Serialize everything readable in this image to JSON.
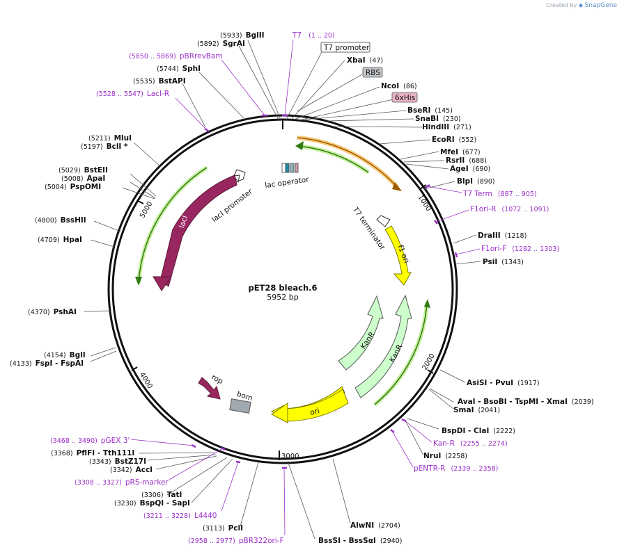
{
  "brand": {
    "created_by": "Created by",
    "name": "SnapGene"
  },
  "plasmid": {
    "name": "pET28 bleach.6",
    "length": "5952 bp",
    "length_bp": 5952
  },
  "ticks": [
    "1000",
    "2000",
    "3000",
    "4000",
    "5000"
  ],
  "colors": {
    "primer": "#9b30c9",
    "backbone": "#111111",
    "promoter_green": "#3a9a1a",
    "t7_orange": "#e08a1e",
    "cds_magenta": "#99275f",
    "ori_yellow": "#ffff00",
    "kanr_green": "#ccffcc",
    "rop": "#99275f",
    "bom": "#a0a8b0"
  },
  "enzymes": [
    {
      "name": "BglII",
      "pos": "(5933)"
    },
    {
      "name": "SgrAI",
      "pos": "(5892)"
    },
    {
      "name": "SphI",
      "pos": "(5744)"
    },
    {
      "name": "BstAPI",
      "pos": "(5535)"
    },
    {
      "name": "MluI",
      "pos": "(5211)"
    },
    {
      "name": "BclI *",
      "pos": "(5197)"
    },
    {
      "name": "BstEII",
      "pos": "(5029)"
    },
    {
      "name": "ApaI",
      "pos": "(5008)"
    },
    {
      "name": "PspOMI",
      "pos": "(5004)"
    },
    {
      "name": "BssHII",
      "pos": "(4800)"
    },
    {
      "name": "HpaI",
      "pos": "(4709)"
    },
    {
      "name": "PshAI",
      "pos": "(4370)"
    },
    {
      "name": "BglI",
      "pos": "(4154)"
    },
    {
      "name": "FspI - FspAI",
      "pos": "(4133)"
    },
    {
      "name": "PflFI - Tth111I",
      "pos": "(3368)"
    },
    {
      "name": "BstZ17I",
      "pos": "(3343)"
    },
    {
      "name": "AccI",
      "pos": "(3342)"
    },
    {
      "name": "TatI",
      "pos": "(3306)"
    },
    {
      "name": "BspQI - SapI",
      "pos": "(3230)"
    },
    {
      "name": "PciI",
      "pos": "(3113)"
    },
    {
      "name": "BssSI - BssSαI",
      "pos": "(2940)"
    },
    {
      "name": "AlwNI",
      "pos": "(2704)"
    },
    {
      "name": "NruI",
      "pos": "(2258)"
    },
    {
      "name": "BspDI - ClaI",
      "pos": "(2222)"
    },
    {
      "name": "SmaI",
      "pos": "(2041)"
    },
    {
      "name": "AvaI - BsoBI - TspMI - XmaI",
      "pos": "(2039)"
    },
    {
      "name": "AsiSI - PvuI",
      "pos": "(1917)"
    },
    {
      "name": "PsiI",
      "pos": "(1343)"
    },
    {
      "name": "DraIII",
      "pos": "(1218)"
    },
    {
      "name": "BlpI",
      "pos": "(890)"
    },
    {
      "name": "AgeI",
      "pos": "(690)"
    },
    {
      "name": "RsrII",
      "pos": "(688)"
    },
    {
      "name": "MfeI",
      "pos": "(677)"
    },
    {
      "name": "EcoRI",
      "pos": "(552)"
    },
    {
      "name": "HindIII",
      "pos": "(271)"
    },
    {
      "name": "SnaBI",
      "pos": "(230)"
    },
    {
      "name": "BseRI",
      "pos": "(145)"
    },
    {
      "name": "NcoI",
      "pos": "(86)"
    },
    {
      "name": "XbaI",
      "pos": "(47)"
    }
  ],
  "primers": [
    {
      "name": "T7",
      "range": "(1 .. 20)"
    },
    {
      "name": "pBRrevBam",
      "range": "(5850 .. 5869)"
    },
    {
      "name": "LacI-R",
      "range": "(5528 .. 5547)"
    },
    {
      "name": "T7 Term",
      "range": "(887 .. 905)"
    },
    {
      "name": "F1ori-R",
      "range": "(1072 .. 1091)"
    },
    {
      "name": "F1ori-F",
      "range": "(1282 .. 1303)"
    },
    {
      "name": "Kan-R",
      "range": "(2255 .. 2274)"
    },
    {
      "name": "pENTR-R",
      "range": "(2339 .. 2358)"
    },
    {
      "name": "pBR322ori-F",
      "range": "(2958 .. 2977)"
    },
    {
      "name": "L4440",
      "range": "(3211 .. 3228)"
    },
    {
      "name": "pRS-marker",
      "range": "(3308 .. 3327)"
    },
    {
      "name": "pGEX 3'",
      "range": "(3468 .. 3490)"
    }
  ],
  "boxed_features": [
    {
      "name": "T7 promoter"
    },
    {
      "name": "RBS"
    },
    {
      "name": "6xHis"
    }
  ],
  "features": {
    "laci": "lacI",
    "laci_promoter": "lacI promoter",
    "lac_operator": "lac operator",
    "t7_terminator": "T7 terminator",
    "f1_ori": "f1 ori",
    "kanr_1": "KanR",
    "kanr_2": "KanR",
    "ori": "ori",
    "rop": "rop",
    "bom": "bom"
  }
}
